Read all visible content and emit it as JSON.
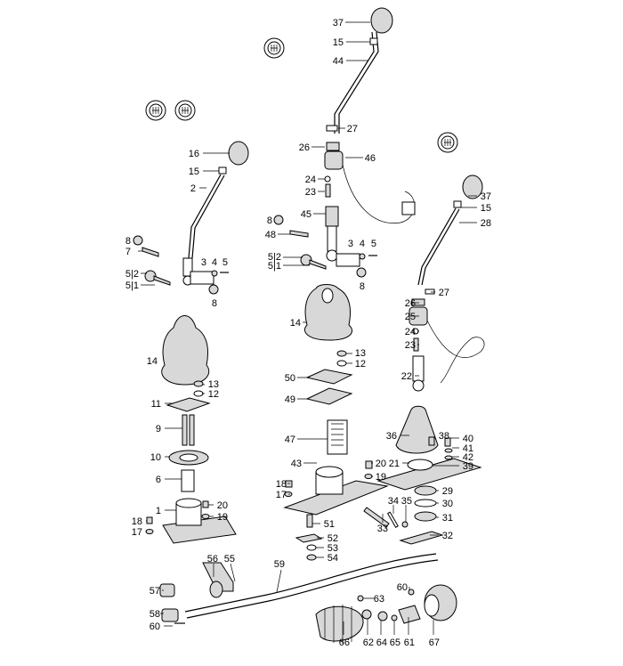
{
  "title": "Gearshift lever assembly exploded parts diagram",
  "labels": {
    "m37": "37",
    "m15": "15",
    "m44": "44",
    "m27": "27",
    "m26": "26",
    "m46": "46",
    "m24": "24",
    "m23": "23",
    "m45": "45",
    "m8a": "8",
    "m48": "48",
    "m3": "3",
    "m4": "4",
    "m5": "5",
    "m52": "5|2",
    "m51": "5|1",
    "m8b": "8",
    "m14": "14",
    "m13": "13",
    "m12": "12",
    "m50": "50",
    "m49": "49",
    "m47": "47",
    "m43": "43",
    "m20": "20",
    "m19": "19",
    "m18": "18",
    "m17": "17",
    "m51s": "51",
    "m52s": "52",
    "m53s": "53",
    "m54s": "54",
    "l16": "16",
    "l15": "15",
    "l2": "2",
    "l8": "8",
    "l7": "7",
    "l52": "5|2",
    "l51": "5|1",
    "l3": "3",
    "l4": "4",
    "l5": "5",
    "l8b": "8",
    "l14": "14",
    "l13": "13",
    "l12": "12",
    "l11": "11",
    "l9": "9",
    "l10": "10",
    "l6": "6",
    "l1": "1",
    "l20": "20",
    "l19": "19",
    "l18": "18",
    "l17": "17",
    "r37": "37",
    "r15": "15",
    "r28": "28",
    "r27": "27",
    "r26": "26",
    "r25": "25",
    "r24": "24",
    "r23": "23",
    "r22": "22",
    "r36": "36",
    "r38": "38",
    "r40": "40",
    "r41": "41",
    "r42": "42",
    "r39": "39",
    "r21": "21",
    "r29": "29",
    "r30": "30",
    "r31": "31",
    "r32": "32",
    "r34": "34",
    "r35": "35",
    "r33": "33",
    "b56": "56",
    "b55": "55",
    "b59": "59",
    "b57": "57",
    "b58": "58",
    "b60": "60",
    "b60b": "60",
    "b63": "63",
    "b66": "66",
    "b62": "62",
    "b64": "64",
    "b65": "65",
    "b61": "61",
    "b67": "67"
  },
  "icons": [
    "shift-pattern-icon",
    "shift-pattern-icon",
    "shift-pattern-icon",
    "shift-pattern-icon"
  ]
}
